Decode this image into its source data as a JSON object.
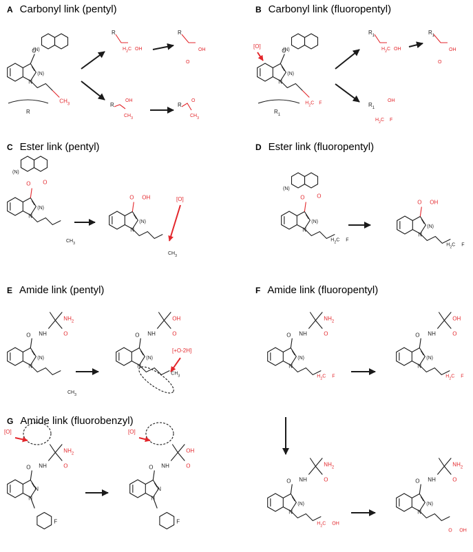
{
  "panels": [
    {
      "letter": "A",
      "title": "Carbonyl link (pentyl)"
    },
    {
      "letter": "B",
      "title": "Carbonyl link (fluoropentyl)"
    },
    {
      "letter": "C",
      "title": "Ester link (pentyl)"
    },
    {
      "letter": "D",
      "title": "Ester link (fluoropentyl)"
    },
    {
      "letter": "E",
      "title": "Amide link (pentyl)"
    },
    {
      "letter": "F",
      "title": "Amide link (fluoropentyl)"
    },
    {
      "letter": "G",
      "title": "Amide link (fluorobenzyl)"
    }
  ],
  "labels": {
    "n": "(N)",
    "r": "R",
    "r1": "R",
    "sub1": "1",
    "oh": "OH",
    "o": "O",
    "f": "F",
    "nh": "NH",
    "nh2": "NH",
    "sub2": "2",
    "ch3": "CH",
    "sub3": "3",
    "h2c": "H",
    "c": "C",
    "ox": "[O]",
    "oh2h": "[+O-2H]",
    "n1": "N",
    "n2": "N"
  },
  "colors": {
    "red": "#e3262b",
    "black": "#1a1a1a"
  }
}
